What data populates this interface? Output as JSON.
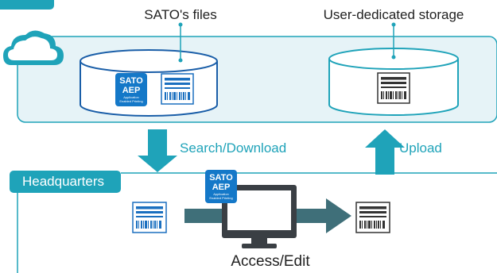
{
  "cloud": {
    "left_label": "SATO's files",
    "right_label": "User-dedicated storage"
  },
  "flows": {
    "download_label": "Search/Download",
    "upload_label": "Upload"
  },
  "site": {
    "name": "Headquarters",
    "action_label": "Access/Edit"
  },
  "aep_badge": {
    "line1": "SATO",
    "line2": "AEP",
    "line3": "Application",
    "line4": "Enabled Printing"
  },
  "colors": {
    "teal": "#1fa3b9",
    "teal_light": "#e6f3f7",
    "sato_blue": "#1478c8",
    "doc_blue": "#1a6fbf",
    "dark_arrow": "#3f6f79",
    "monitor": "#3a3f44",
    "text_teal": "#1fa3b9"
  }
}
